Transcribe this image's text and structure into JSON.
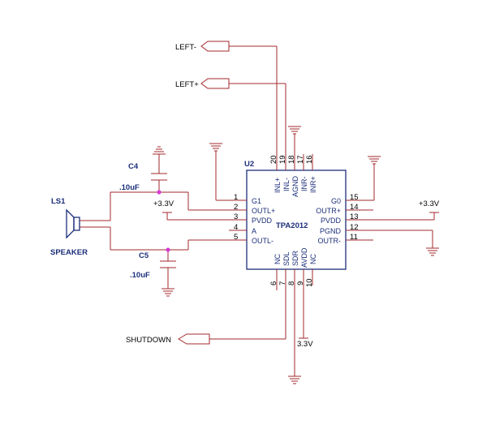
{
  "ports": {
    "left_minus": "LEFT-",
    "left_plus": "LEFT+",
    "shutdown": "SHUTDOWN"
  },
  "ic": {
    "ref": "U2",
    "part": "TPA2012",
    "left_pins": [
      {
        "num": "1",
        "name": "G1"
      },
      {
        "num": "2",
        "name": "OUTL+"
      },
      {
        "num": "3",
        "name": "PVDD"
      },
      {
        "num": "4",
        "name": "A"
      },
      {
        "num": "5",
        "name": "OUTL-"
      }
    ],
    "right_pins": [
      {
        "num": "15",
        "name": "G0"
      },
      {
        "num": "14",
        "name": "OUTR+"
      },
      {
        "num": "13",
        "name": "PVDD"
      },
      {
        "num": "12",
        "name": "PGND"
      },
      {
        "num": "11",
        "name": "OUTR-"
      }
    ],
    "top_pins": [
      {
        "num": "20",
        "name": "INL+"
      },
      {
        "num": "19",
        "name": "INL-"
      },
      {
        "num": "18",
        "name": "AGND"
      },
      {
        "num": "17",
        "name": "INR-"
      },
      {
        "num": "16",
        "name": "INR+"
      }
    ],
    "bottom_pins": [
      {
        "num": "6",
        "name": "NC"
      },
      {
        "num": "7",
        "name": "SDL"
      },
      {
        "num": "8",
        "name": "SDR"
      },
      {
        "num": "9",
        "name": "AVDD"
      },
      {
        "num": "10",
        "name": "NC"
      }
    ]
  },
  "components": {
    "c4": {
      "ref": "C4",
      "value": ".10uF"
    },
    "c5": {
      "ref": "C5",
      "value": ".10uF"
    },
    "speaker": {
      "ref": "LS1",
      "value": "SPEAKER"
    }
  },
  "power": {
    "left_supply": "+3.3V",
    "right_supply": "+3.3V",
    "avdd_supply": "3.3V"
  },
  "colors": {
    "wire": "#a3282d",
    "ic_body": "#1c2f7a",
    "junction": "#d63cd2"
  }
}
